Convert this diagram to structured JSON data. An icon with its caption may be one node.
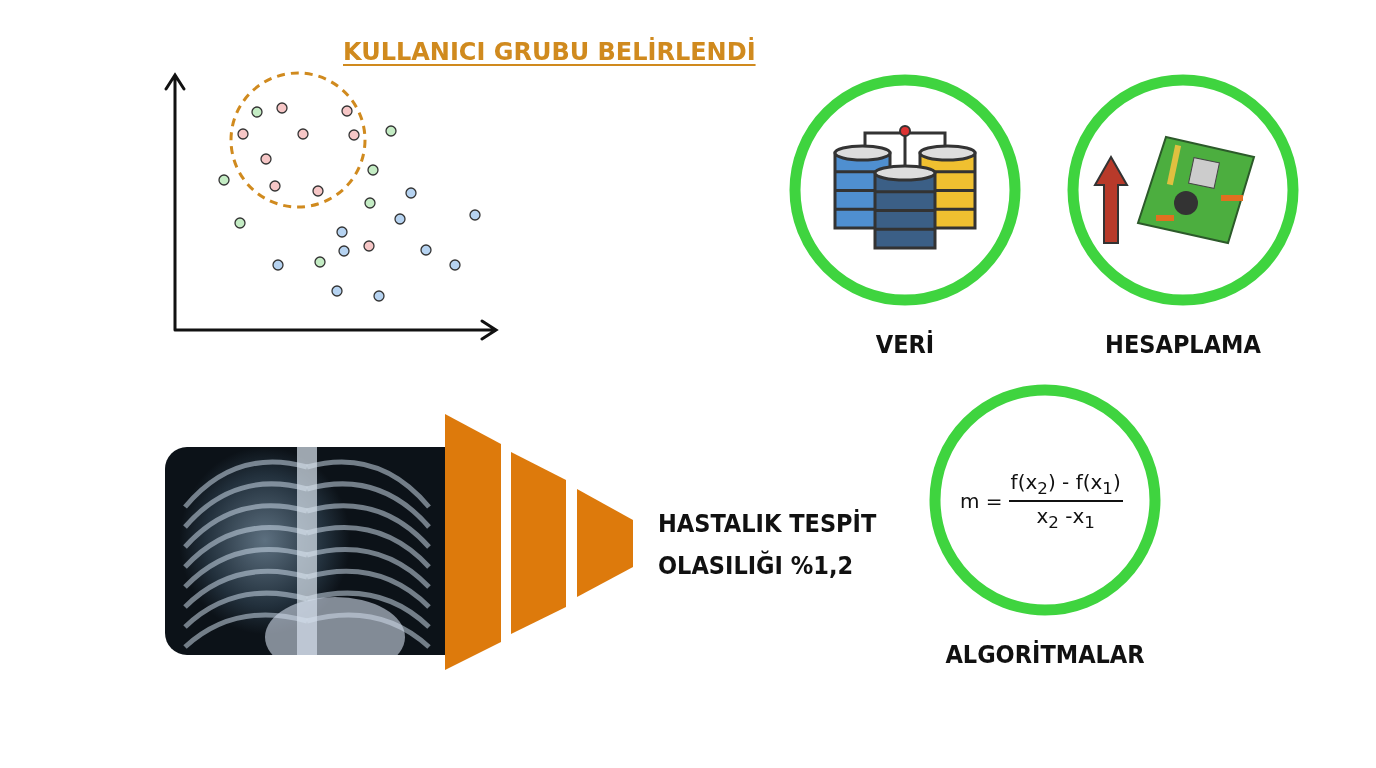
{
  "diagram": {
    "title": "KULLANICI GRUBU BELİRLENDİ",
    "nodes": [
      {
        "text": [
          "VERİ"
        ]
      },
      {
        "text": [
          "HESAPLAMA"
        ]
      },
      {
        "text": [
          "m =",
          "f(x$_{2}$) - f(x$_{1}$)",
          "x$_{2}$ -x$_{1}$",
          "ALGORİTMALAR"
        ]
      }
    ],
    "edges": [],
    "labels": [
      "HASTALIK TESPİT OLASILIĞI %1,2"
    ]
  }
}
